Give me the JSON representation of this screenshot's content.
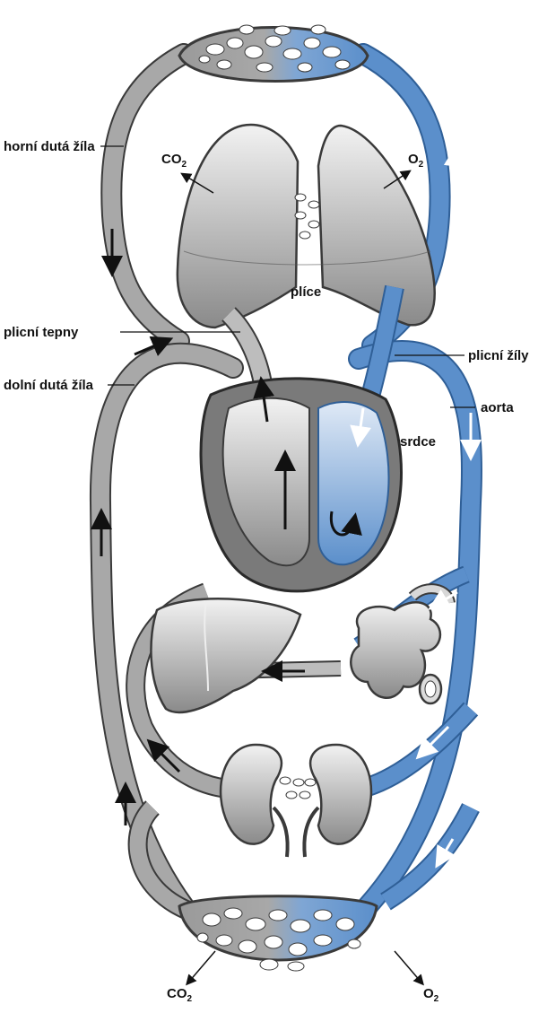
{
  "labels": {
    "superior_vena_cava": "horní dutá žíla",
    "pulmonary_arteries": "plicní tepny",
    "inferior_vena_cava": "dolní dutá žíla",
    "lungs": "plíce",
    "pulmonary_veins": "plicní žíly",
    "aorta": "aorta",
    "heart": "srdce"
  },
  "gases": {
    "lung_out": {
      "main": "CO",
      "sub": "2"
    },
    "lung_in": {
      "main": "O",
      "sub": "2"
    },
    "body_out": {
      "main": "CO",
      "sub": "2"
    },
    "body_in": {
      "main": "O",
      "sub": "2"
    }
  },
  "colors": {
    "deoxygenated": "#a8a8a8",
    "oxygenated": "#5b8fcb",
    "outline": "#3a3a3a",
    "organ": "#c9c9c9",
    "organ_dark": "#6e6e6e",
    "heart_right": "#bfbfbf",
    "heart_left": "#7aa3d6"
  }
}
